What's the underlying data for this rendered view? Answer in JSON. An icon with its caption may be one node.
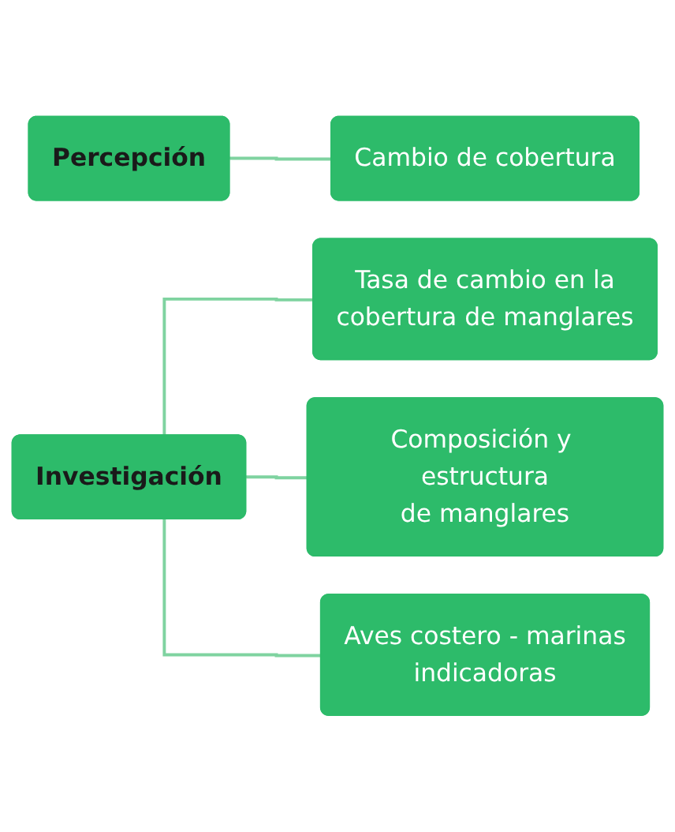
{
  "diagram": {
    "nodes": [
      {
        "text": [
          "Percepción"
        ]
      },
      {
        "text": [
          "Cambio de cobertura"
        ]
      },
      {
        "text": [
          "Investigación"
        ]
      },
      {
        "text": [
          "Tasa de cambio en la cobertura de manglares"
        ]
      },
      {
        "text": [
          "Composición y estructura de manglares"
        ]
      },
      {
        "text": [
          "Aves costero - marinas indicadoras"
        ]
      }
    ],
    "edges": [
      {
        "from": 0,
        "to": 1,
        "arrow": "none"
      },
      {
        "from": 2,
        "to": 3,
        "arrow": "none"
      },
      {
        "from": 2,
        "to": 4,
        "arrow": "none"
      },
      {
        "from": 2,
        "to": 5,
        "arrow": "none"
      }
    ]
  }
}
